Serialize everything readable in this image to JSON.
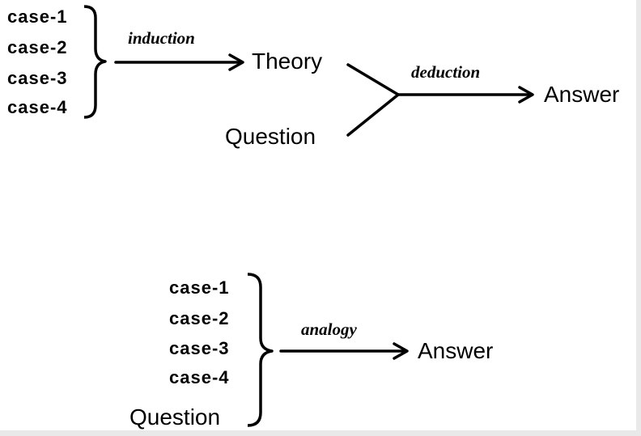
{
  "top_diagram": {
    "cases": [
      "case-1",
      "case-2",
      "case-3",
      "case-4"
    ],
    "induction_label": "induction",
    "theory_label": "Theory",
    "question_label": "Question",
    "deduction_label": "deduction",
    "answer_label": "Answer"
  },
  "bottom_diagram": {
    "cases": [
      "case-1",
      "case-2",
      "case-3",
      "case-4"
    ],
    "question_label": "Question",
    "analogy_label": "analogy",
    "answer_label": "Answer"
  },
  "colors": {
    "ink": "#000000",
    "background": "#ffffff",
    "edge_strip": "#e9e9e9"
  }
}
